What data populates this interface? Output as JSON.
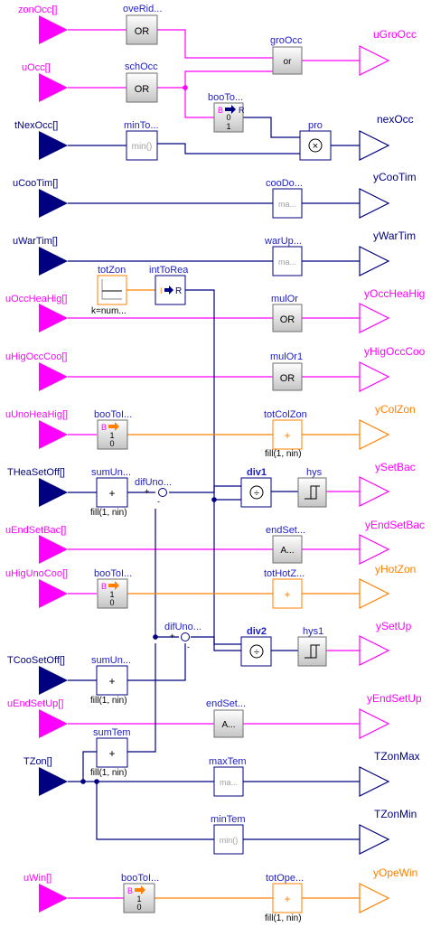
{
  "colors": {
    "boolean": "#ff00ff",
    "real": "#000080",
    "integer": "#ff8000",
    "label": "#1c1cc8"
  },
  "inputs": {
    "zonOcc": "zonOcc[]",
    "uOcc": "uOcc[]",
    "tNexOcc": "tNexOcc[]",
    "uCooTim": "uCooTim[]",
    "uWarTim": "uWarTim[]",
    "uOccHeaHig": "uOccHeaHig[]",
    "uHigOccCoo": "uHigOccCoo[]",
    "uUnoHeaHig": "uUnoHeaHig[]",
    "THeaSetOff": "THeaSetOff[]",
    "uEndSetBac": "uEndSetBac[]",
    "uHigUnoCoo": "uHigUnoCoo[]",
    "TCooSetOff": "TCooSetOff[]",
    "uEndSetUp": "uEndSetUp[]",
    "TZon": "TZon[]",
    "uWin": "uWin[]"
  },
  "outputs": {
    "uGroOcc": "uGroOcc",
    "nexOcc": "nexOcc",
    "yCooTim": "yCooTim",
    "yWarTim": "yWarTim",
    "yOccHeaHig": "yOccHeaHig",
    "yHigOccCoo": "yHigOccCoo",
    "yColZon": "yColZon",
    "ySetBac": "ySetBac",
    "yEndSetBac": "yEndSetBac",
    "yHotZon": "yHotZon",
    "ySetUp": "ySetUp",
    "yEndSetUp": "yEndSetUp",
    "TZonMax": "TZonMax",
    "TZonMin": "TZonMin",
    "yOpeWin": "yOpeWin"
  },
  "blocks": {
    "oveRid": {
      "name": "oveRid...",
      "icon": "OR"
    },
    "schOcc": {
      "name": "schOcc",
      "icon": "OR"
    },
    "groOcc": {
      "name": "groOcc",
      "icon": "or"
    },
    "booToRea": {
      "name": "booTo...",
      "icon_top": "B",
      "icon_arrow": "R",
      "icon_v1": "0",
      "icon_v2": "1"
    },
    "minToNex": {
      "name": "minTo...",
      "icon": "min()"
    },
    "pro": {
      "name": "pro",
      "icon": "×"
    },
    "cooDow": {
      "name": "cooDo...",
      "icon": "ma..."
    },
    "warUp": {
      "name": "warUp...",
      "icon": "ma..."
    },
    "totZon": {
      "name": "totZon",
      "param": "k=num..."
    },
    "intToRea": {
      "name": "intToRea",
      "icon_i": "I",
      "icon_r": "R"
    },
    "mulOr": {
      "name": "mulOr",
      "icon": "OR"
    },
    "mulOr1": {
      "name": "mulOr1",
      "icon": "OR"
    },
    "booToInt": {
      "name": "booToI...",
      "icon_top": "B",
      "icon_v1": "1",
      "icon_v2": "0"
    },
    "totColZon": {
      "name": "totColZon",
      "icon": "+",
      "param": "fill(1, nin)"
    },
    "sumUnoHea": {
      "name": "sumUn...",
      "icon": "+",
      "param": "fill(1, nin)"
    },
    "difUnoHea": {
      "name": "difUno...",
      "plus": "+",
      "minus": "-"
    },
    "div1": {
      "name": "div1",
      "icon": "÷"
    },
    "hys": {
      "name": "hys"
    },
    "endSetBac": {
      "name": "endSet...",
      "icon": "A..."
    },
    "booToInt1": {
      "name": "booToI...",
      "icon_top": "B",
      "icon_v1": "1",
      "icon_v2": "0"
    },
    "totHotZon": {
      "name": "totHotZ...",
      "icon": "+"
    },
    "difUnoCoo": {
      "name": "difUno...",
      "plus": "+",
      "minus": "-"
    },
    "div2": {
      "name": "div2",
      "icon": "÷"
    },
    "hys1": {
      "name": "hys1"
    },
    "sumUnoCoo": {
      "name": "sumUn...",
      "icon": "+",
      "param": "fill(1, nin)"
    },
    "endSetUp": {
      "name": "endSet...",
      "icon": "A..."
    },
    "sumTem": {
      "name": "sumTem",
      "icon": "+",
      "param": "fill(1, nin)"
    },
    "maxTem": {
      "name": "maxTem",
      "icon": "ma..."
    },
    "minTem": {
      "name": "minTem",
      "icon": "min()"
    },
    "booToInt2": {
      "name": "booToI...",
      "icon_top": "B",
      "icon_v1": "1",
      "icon_v2": "0"
    },
    "totOpeWin": {
      "name": "totOpe...",
      "icon": "+",
      "param": "fill(1, nin)"
    }
  }
}
